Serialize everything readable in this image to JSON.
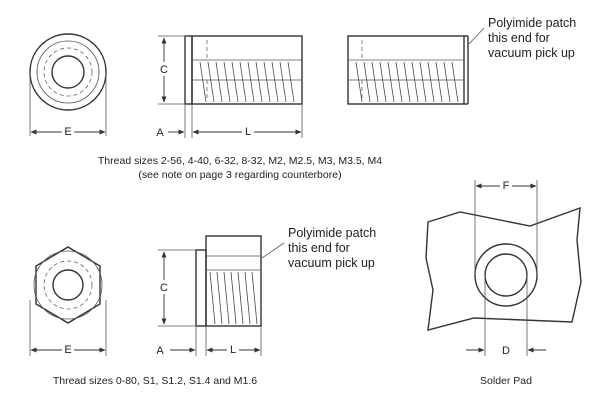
{
  "top_row": {
    "patch_note": [
      "Polyimide patch",
      "this end for",
      "vacuum pick up"
    ],
    "dims": {
      "c": "C",
      "e": "E",
      "a": "A",
      "l": "L"
    },
    "caption": [
      "Thread sizes 2-56, 4-40, 6-32, 8-32, M2, M2.5, M3, M3.5, M4",
      "(see note on page 3 regarding counterbore)"
    ]
  },
  "bottom_row": {
    "patch_note": [
      "Polyimide patch",
      "this end for",
      "vacuum pick up"
    ],
    "dims": {
      "c": "C",
      "e": "E",
      "a": "A",
      "l": "L"
    },
    "caption": "Thread sizes 0-80, S1, S1.2, S1.4 and M1.6"
  },
  "solder_pad": {
    "dims": {
      "f": "F",
      "d": "D"
    },
    "caption": "Solder Pad"
  }
}
